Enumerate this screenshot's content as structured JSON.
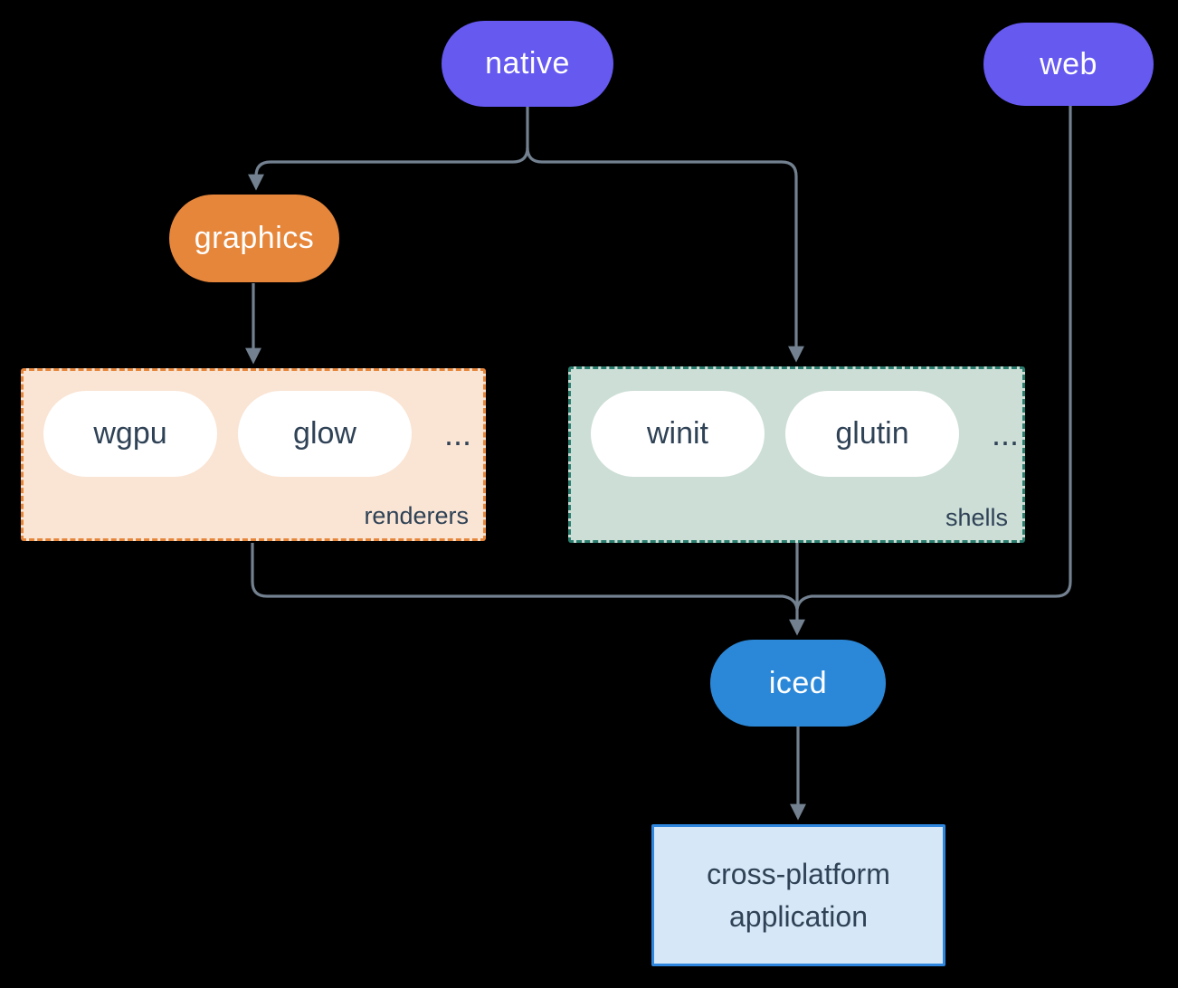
{
  "diagram": {
    "colors": {
      "background": "#000000",
      "platform_purple": "#6559F0",
      "graphics_orange": "#E6863B",
      "renderers_bg": "#FAE4D3",
      "renderers_border": "#E6863B",
      "shells_bg": "#CCDED6",
      "shells_border": "#2A7D6E",
      "chip_bg": "#FFFFFF",
      "iced_blue": "#2B88D8",
      "application_bg": "#D6E8F7",
      "application_border": "#2E86DE",
      "text_dark": "#2F4256",
      "connector": "#72808F"
    },
    "nodes": {
      "native": {
        "label": "native"
      },
      "web": {
        "label": "web"
      },
      "graphics": {
        "label": "graphics"
      },
      "iced": {
        "label": "iced"
      },
      "renderers": {
        "label": "renderers",
        "items": [
          "wgpu",
          "glow"
        ],
        "ellipsis": "..."
      },
      "shells": {
        "label": "shells",
        "items": [
          "winit",
          "glutin"
        ],
        "ellipsis": "..."
      },
      "application": {
        "line1": "cross-platform",
        "line2": "application"
      }
    }
  }
}
